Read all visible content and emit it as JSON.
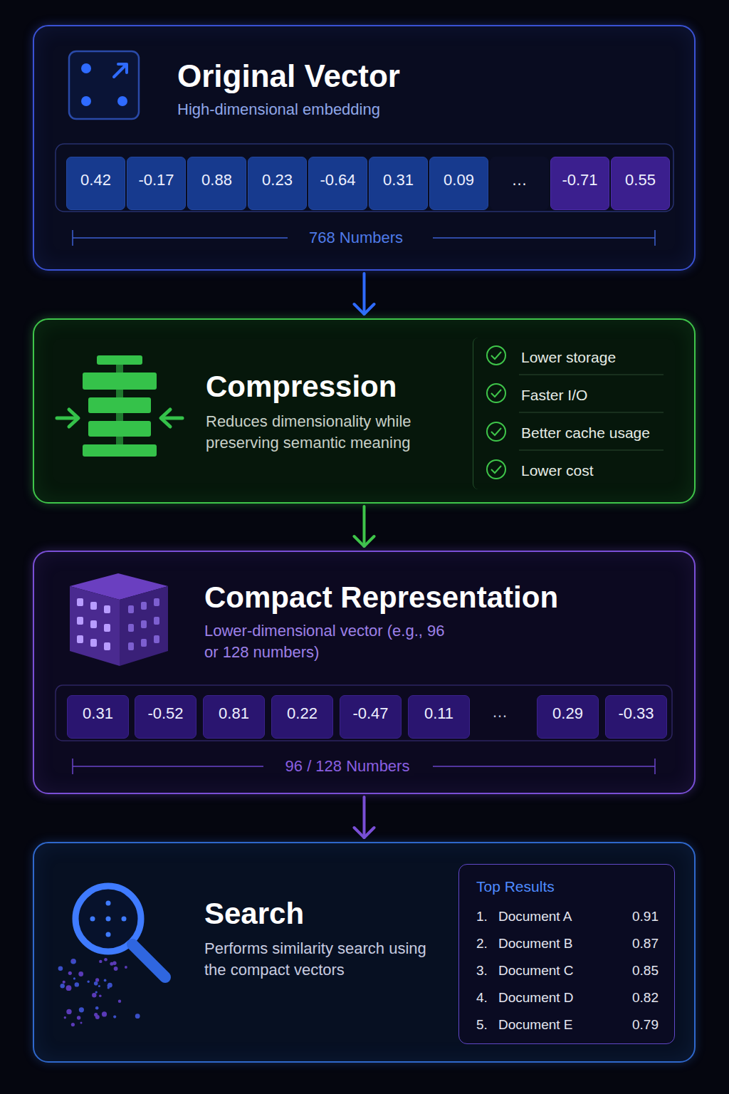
{
  "diagram": {
    "nodes": [
      {
        "text": [
          "Original Vector",
          "High-dimensional embedding"
        ]
      },
      {
        "text": [
          "0.42"
        ],
        "in": 0
      },
      {
        "text": [
          "-0.17"
        ],
        "in": 0
      },
      {
        "text": [
          "0.88"
        ],
        "in": 0
      },
      {
        "text": [
          "0.23"
        ],
        "in": 0
      },
      {
        "text": [
          "-0.64"
        ],
        "in": 0
      },
      {
        "text": [
          "0.31"
        ],
        "in": 0
      },
      {
        "text": [
          "0.09"
        ],
        "in": 0
      },
      {
        "text": [
          "…"
        ],
        "in": 0
      },
      {
        "text": [
          "-0.71"
        ],
        "in": 0
      },
      {
        "text": [
          "0.55"
        ],
        "in": 0
      },
      {
        "text": [
          "Compression",
          "Reduces dimensionality while preserving semantic meaning"
        ]
      },
      {
        "text": [
          "Lower storage",
          "Faster I/O",
          "Better cache usage",
          "Lower cost"
        ],
        "in": 11
      },
      {
        "text": [
          "Compact Representation",
          "Lower-dimensional vector (e.g., 96 or 128 numbers)"
        ]
      },
      {
        "text": [
          "0.31"
        ],
        "in": 13
      },
      {
        "text": [
          "-0.52"
        ],
        "in": 13
      },
      {
        "text": [
          "0.81"
        ],
        "in": 13
      },
      {
        "text": [
          "0.22"
        ],
        "in": 13
      },
      {
        "text": [
          "-0.47"
        ],
        "in": 13
      },
      {
        "text": [
          "0.11"
        ],
        "in": 13
      },
      {
        "text": [
          "0.29"
        ],
        "in": 13
      },
      {
        "text": [
          "-0.33"
        ],
        "in": 13
      },
      {
        "text": [
          "Search",
          "Performs similarity search using the compact vectors"
        ]
      },
      {
        "text": [
          "Top Results",
          "1.",
          "Document A",
          "0.91",
          "2.",
          "Document B",
          "0.87",
          "3.",
          "Document C",
          "0.85",
          "4.",
          "Document D",
          "0.82",
          "5.",
          "Document E",
          "0.79"
        ],
        "in": 22
      }
    ],
    "edges": [
      {
        "from": 0,
        "to": 11,
        "arrow": "to"
      },
      {
        "from": 11,
        "to": 13,
        "arrow": "to"
      },
      {
        "from": 13,
        "to": 22,
        "arrow": "to"
      }
    ],
    "labels": [
      "768 Numbers",
      "…",
      "96 / 128 Numbers"
    ]
  }
}
